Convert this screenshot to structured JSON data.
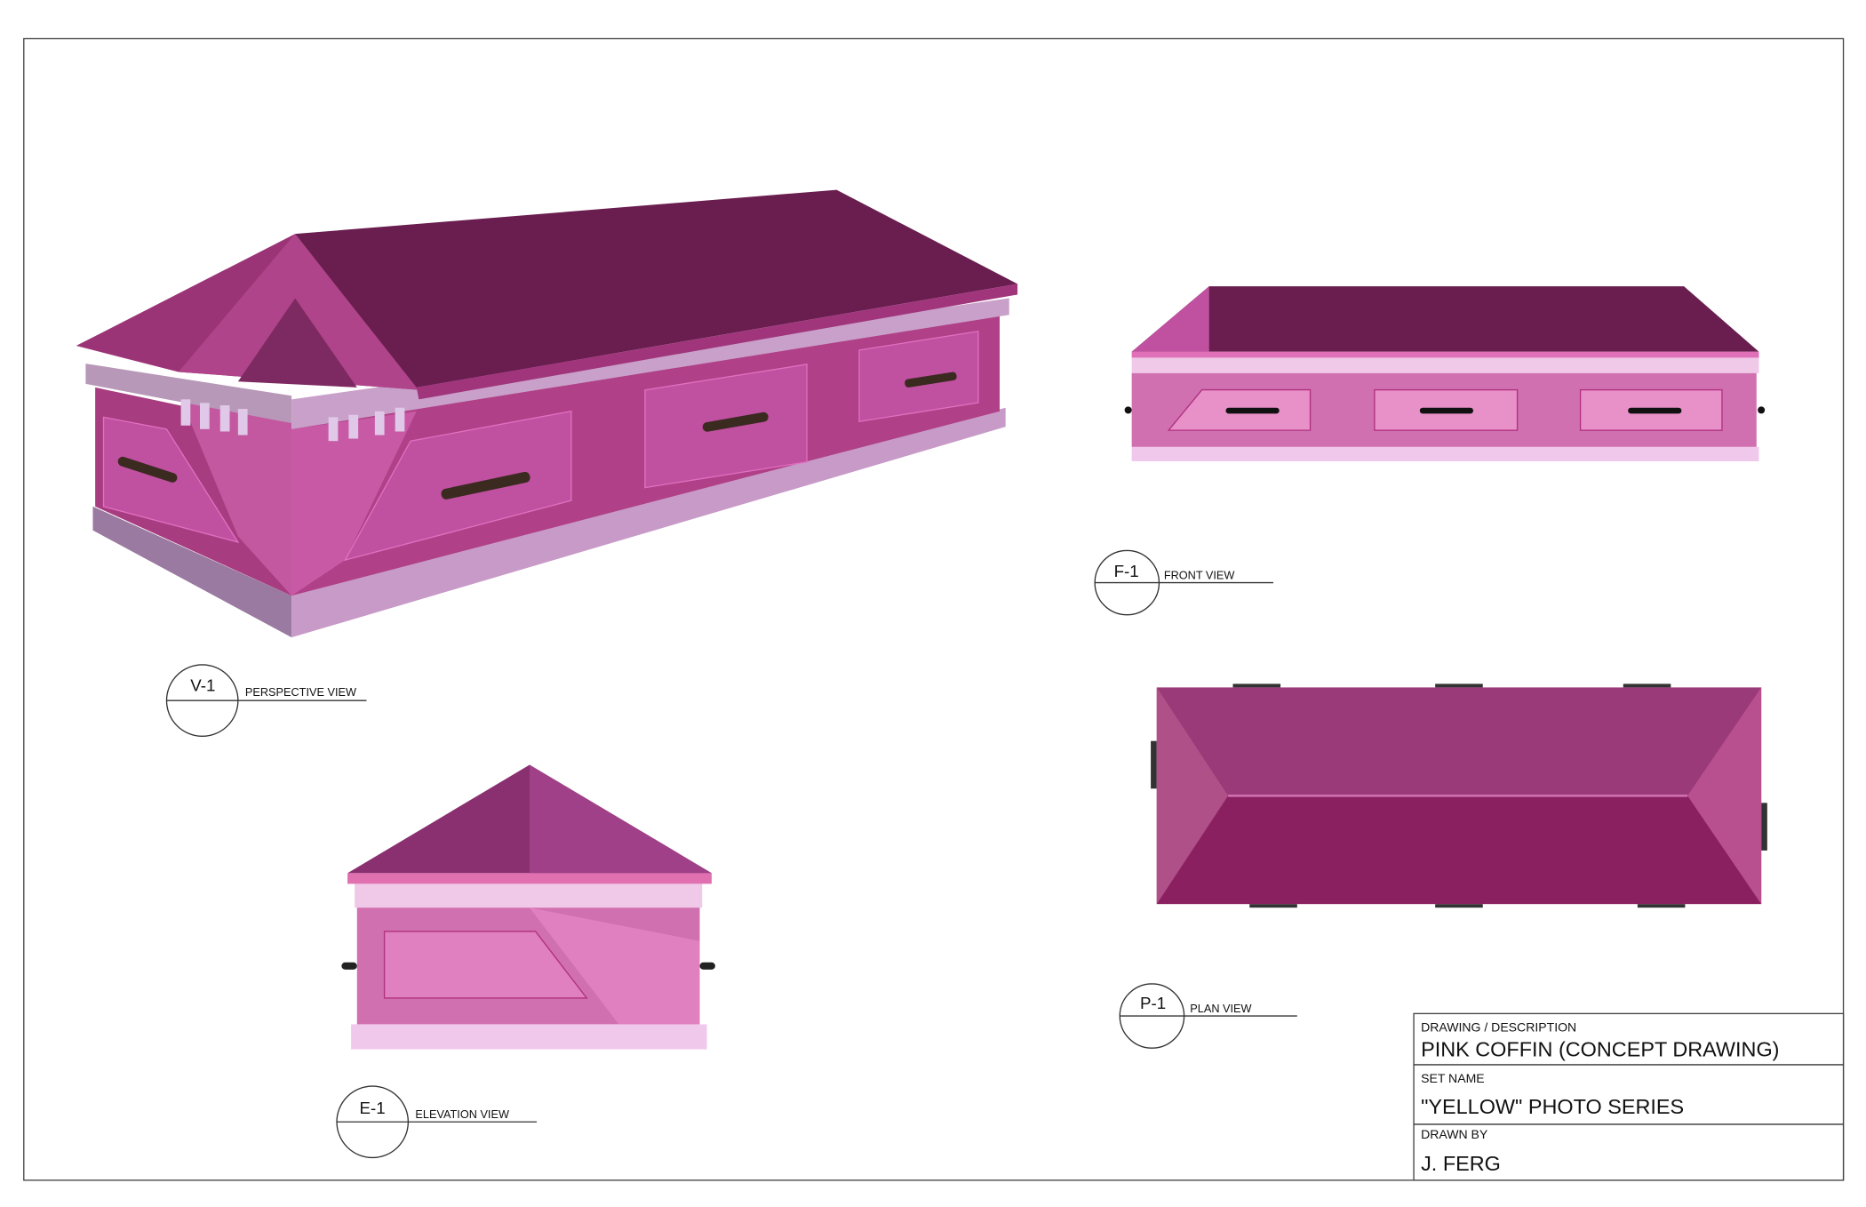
{
  "views": {
    "perspective": {
      "tag": "V-1",
      "label": "PERSPECTIVE VIEW"
    },
    "front": {
      "tag": "F-1",
      "label": "FRONT VIEW"
    },
    "plan": {
      "tag": "P-1",
      "label": "PLAN VIEW"
    },
    "elevation": {
      "tag": "E-1",
      "label": "ELEVATION VIEW"
    }
  },
  "title_block": {
    "drawing_label": "DRAWING / DESCRIPTION",
    "drawing_value": "PINK COFFIN (CONCEPT DRAWING)",
    "set_label": "SET NAME",
    "set_value": "\"YELLOW\" PHOTO SERIES",
    "drawn_label": "DRAWN BY",
    "drawn_value": "J. FERG"
  },
  "colors": {
    "lid_dark": "#6a1d4f",
    "body_pink": "#b04087",
    "light_band": "#c9a0c9",
    "base": "#f0c8ec"
  }
}
